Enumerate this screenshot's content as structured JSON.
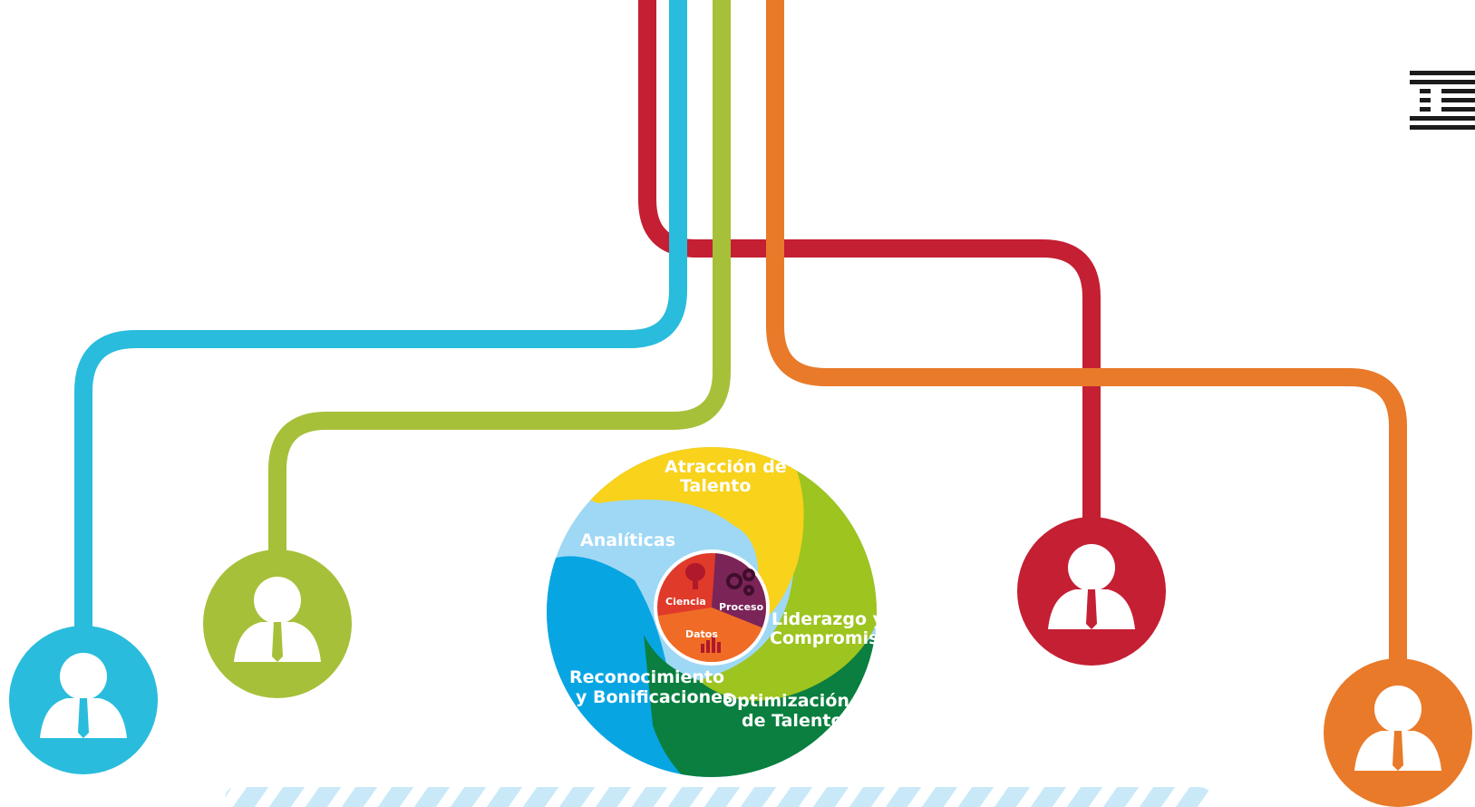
{
  "colors": {
    "blue": "#29BCDC",
    "green": "#A6C03A",
    "red": "#C41F33",
    "orange": "#E87A2A",
    "wheel_yellow": "#F8D21B",
    "wheel_lime": "#9DC41F",
    "wheel_darkgreen": "#0A7F3F",
    "wheel_blue": "#08A5E3",
    "wheel_lightblue": "#9FD8F5",
    "core_red": "#E03A2B",
    "core_purple": "#7A2458",
    "core_orange": "#F06C26",
    "stripe": "#C9E9F8",
    "logo": "#1B1B1B"
  },
  "logo": {
    "name": "ibm-logo"
  },
  "people": [
    {
      "id": "person-blue",
      "color_key": "blue",
      "icon": "user-icon"
    },
    {
      "id": "person-green",
      "color_key": "green",
      "icon": "user-icon"
    },
    {
      "id": "person-red",
      "color_key": "red",
      "icon": "user-icon"
    },
    {
      "id": "person-orange",
      "color_key": "orange",
      "icon": "user-icon"
    }
  ],
  "wheel": {
    "segments": {
      "atraccion": {
        "line1": "Atracción de",
        "line2": "Talento"
      },
      "analiticas": {
        "line1": "Analíticas"
      },
      "liderazgo": {
        "line1": "Liderazgo y",
        "line2": "Compromiso"
      },
      "reconocimiento": {
        "line1": "Reconocimiento",
        "line2": "y Bonificaciones"
      },
      "optimizacion": {
        "line1": "Optimización",
        "line2": "de Talento"
      }
    },
    "core": {
      "ciencia": "Ciencia",
      "proceso": "Proceso",
      "datos": "Datos",
      "icons": [
        "brain-icon",
        "gears-icon",
        "bar-chart-icon"
      ]
    }
  }
}
